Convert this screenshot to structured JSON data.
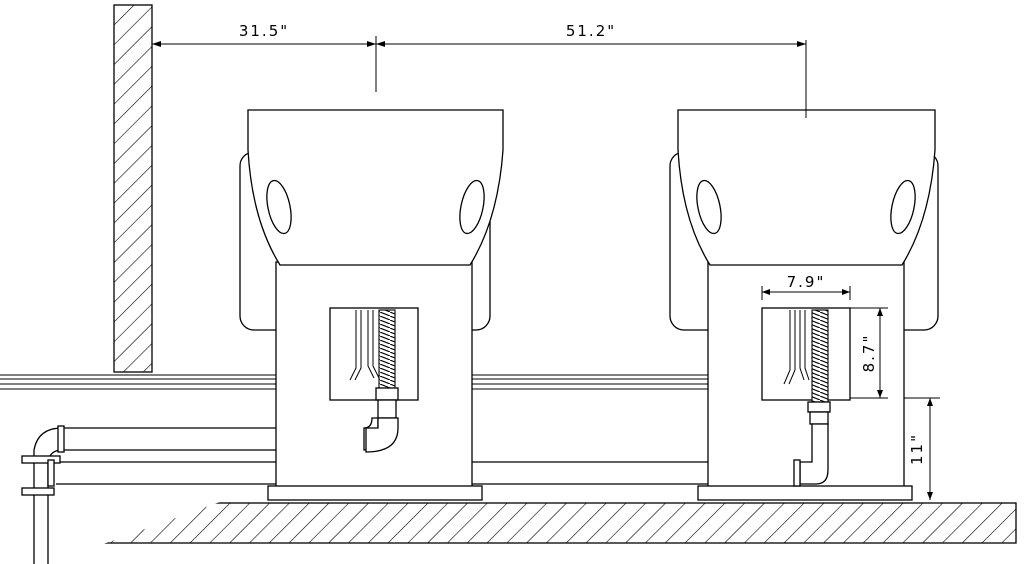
{
  "diagram": {
    "dimensions": {
      "wall_to_first_unit": "31.5\"",
      "unit_spacing": "51.2\"",
      "access_opening_width": "7.9\"",
      "access_opening_height": "8.7\"",
      "opening_height_from_floor": "11\""
    },
    "colors": {
      "line": "#000000",
      "background": "#ffffff"
    }
  }
}
